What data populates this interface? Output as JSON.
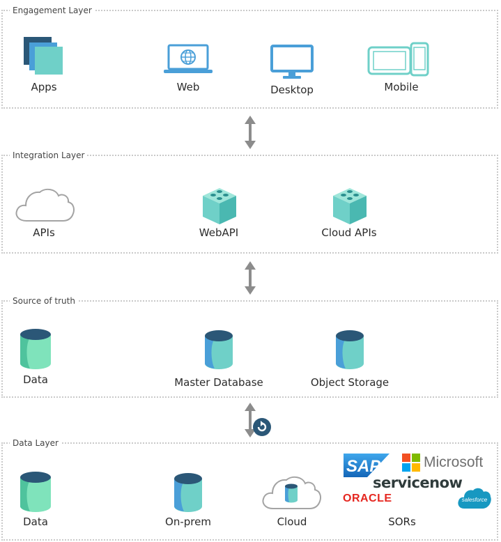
{
  "layers": {
    "engagement": {
      "title": "Engagement Layer",
      "items": {
        "apps": "Apps",
        "web": "Web",
        "desktop": "Desktop",
        "mobile": "Mobile"
      }
    },
    "integration": {
      "title": "Integration Layer",
      "items": {
        "apis": "APIs",
        "webapi": "WebAPI",
        "cloud_apis": "Cloud APIs"
      }
    },
    "source": {
      "title": "Source of truth",
      "items": {
        "data": "Data",
        "master_db": "Master Database",
        "object_storage": "Object Storage"
      }
    },
    "data": {
      "title": "Data Layer",
      "items": {
        "data": "Data",
        "onprem": "On-prem",
        "cloud": "Cloud",
        "sors": "SORs"
      }
    }
  },
  "logos": {
    "sap": "SAP",
    "microsoft": "Microsoft",
    "servicenow": "servicenow",
    "oracle": "ORACLE",
    "salesforce": "salesforce"
  },
  "colors": {
    "teal": "#6fd0c8",
    "navy": "#2b5777",
    "blue": "#4a9fd8",
    "green": "#7fe3bb",
    "arrow": "#8c8c8c"
  }
}
